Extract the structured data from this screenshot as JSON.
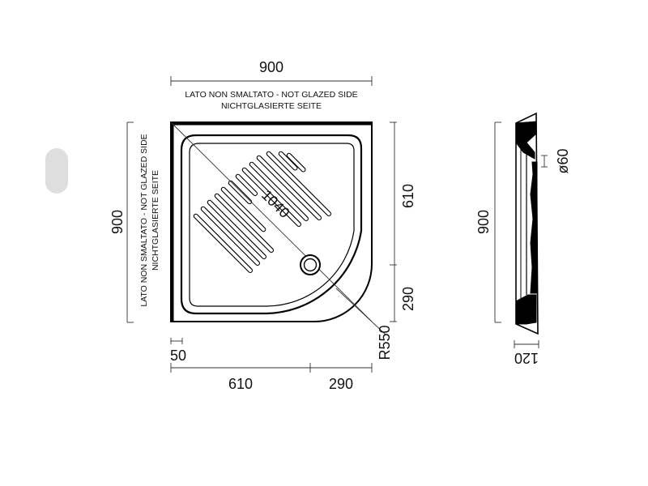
{
  "dimensions": {
    "top_width": "900",
    "left_height": "900",
    "right_upper": "610",
    "right_lower": "290",
    "diagonal": "1040",
    "radius": "R550",
    "bottom_left": "610",
    "bottom_right": "290",
    "rim": "50",
    "section_height": "900",
    "drain_diameter": "ø60",
    "tray_height": "120"
  },
  "notes": {
    "top_line1": "LATO NON SMALTATO - NOT GLAZED SIDE",
    "top_line2": "NICHTGLASIERTE SEITE",
    "left_line1": "LATO NON SMALTATO - NOT GLAZED SIDE",
    "left_line2": "NICHTGLASIERTE SEITE"
  },
  "colors": {
    "line": "#000000",
    "background": "#ffffff",
    "tab": "#dedede"
  }
}
